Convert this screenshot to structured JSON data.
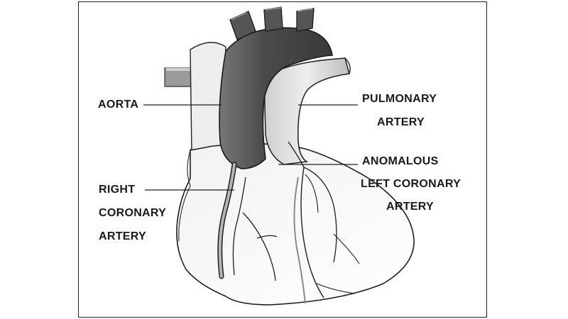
{
  "labels": {
    "aorta": "AORTA",
    "pulmonary_line1": "PULMONARY",
    "pulmonary_line2": "ARTERY",
    "anomalous_line1": "ANOMALOUS",
    "anomalous_line2": "LEFT CORONARY",
    "anomalous_line3": "ARTERY",
    "right_line1": "RIGHT",
    "right_line2": "CORONARY",
    "right_line3": "ARTERY"
  }
}
